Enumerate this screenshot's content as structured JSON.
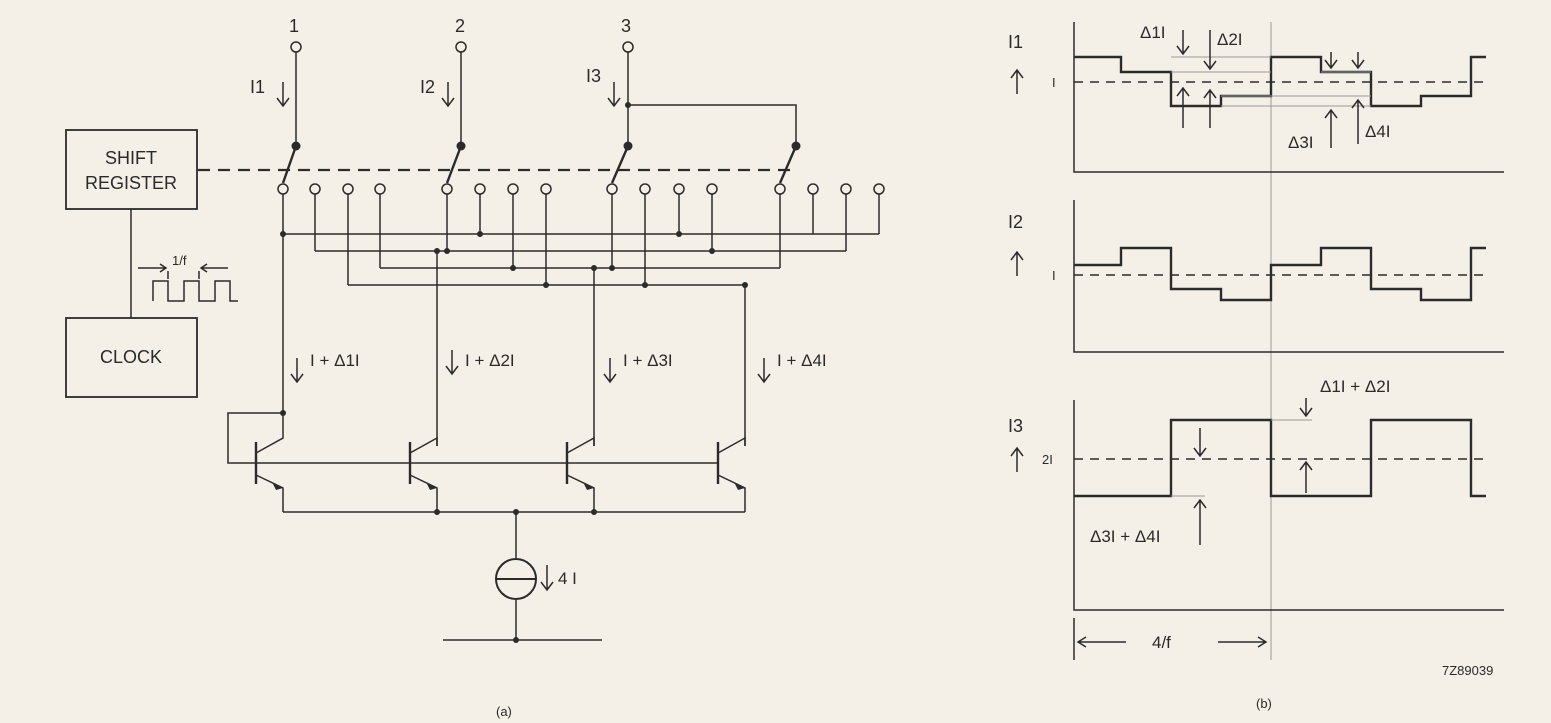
{
  "labels": {
    "terminal_1": "1",
    "terminal_2": "2",
    "terminal_3": "3",
    "i1": "I1",
    "i2": "I2",
    "i3": "I3",
    "shift_register_line1": "SHIFT",
    "shift_register_line2": "REGISTER",
    "clock": "CLOCK",
    "clock_period": "1/f",
    "c1": "I + Δ1I",
    "c2": "I + Δ2I",
    "c3": "I + Δ3I",
    "c4": "I + Δ4I",
    "source": "4 I",
    "panel_a": "(a)",
    "panel_b": "(b)",
    "w_i": "I",
    "w_2i": "2I",
    "d1": "Δ1I",
    "d2": "Δ2I",
    "d3": "Δ3I",
    "d4": "Δ4I",
    "d12": "Δ1I + Δ2I",
    "d34": "Δ3I + Δ4I",
    "period": "4/f",
    "code": "7Z89039"
  }
}
